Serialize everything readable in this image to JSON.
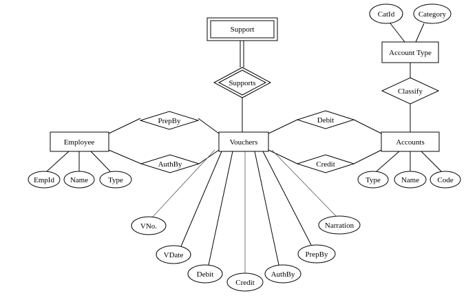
{
  "entities": {
    "support": "Support",
    "account_type": "Account Type",
    "employee": "Employee",
    "vouchers": "Vouchers",
    "accounts": "Accounts"
  },
  "relationships": {
    "supports": "Supports",
    "classify": "Classify",
    "prepby": "PrepBy",
    "authby": "AuthBy",
    "debit": "Debit",
    "credit": "Credit"
  },
  "attributes": {
    "account_type": {
      "catid": "CatId",
      "category": "Category"
    },
    "employee": {
      "empid": "EmpId",
      "name": "Name",
      "type": "Type"
    },
    "accounts": {
      "type": "Type",
      "name": "Name",
      "code": "Code"
    },
    "vouchers": {
      "vno": "VNo.",
      "vdate": "VDate",
      "debit": "Debit",
      "credit": "Credit",
      "authby": "AuthBy",
      "prepby": "PrepBy",
      "narration": "Narration"
    }
  }
}
